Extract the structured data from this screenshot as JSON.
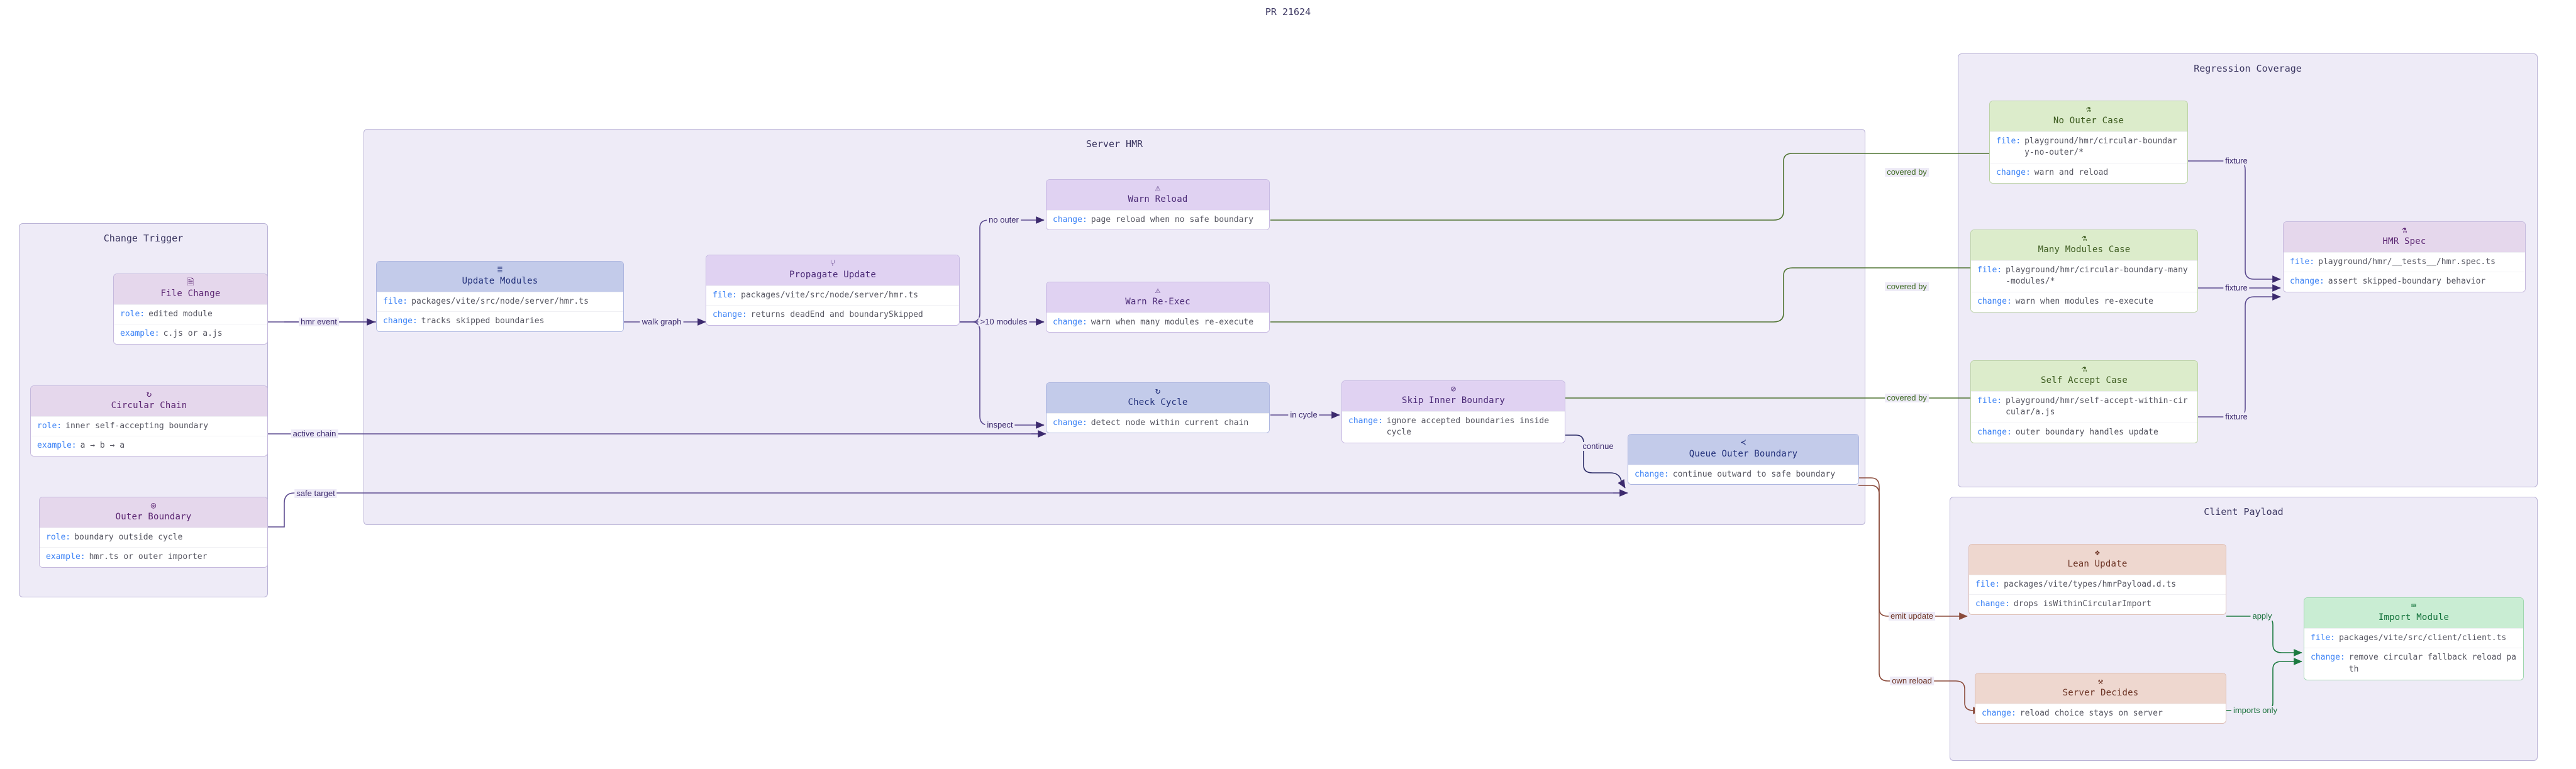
{
  "diagram": {
    "title": "PR 21624",
    "clusters": [
      {
        "id": "change_trigger",
        "label": "Change Trigger"
      },
      {
        "id": "server_hmr",
        "label": "Server HMR"
      },
      {
        "id": "regression_coverage",
        "label": "Regression Coverage"
      },
      {
        "id": "client_payload",
        "label": "Client Payload"
      }
    ],
    "nodes": {
      "file_change": {
        "icon": "file-code-icon",
        "icon_glyph": "🗎",
        "title": "File Change",
        "rows": [
          {
            "key": "role:",
            "value": "edited module"
          },
          {
            "key": "example:",
            "value": "c.js or a.js"
          }
        ]
      },
      "circular_chain": {
        "icon": "refresh-cycle-icon",
        "icon_glyph": "↻",
        "title": "Circular Chain",
        "rows": [
          {
            "key": "role:",
            "value": "inner self-accepting boundary"
          },
          {
            "key": "example:",
            "value": "a → b → a"
          }
        ]
      },
      "outer_boundary": {
        "icon": "target-icon",
        "icon_glyph": "◎",
        "title": "Outer Boundary",
        "rows": [
          {
            "key": "role:",
            "value": "boundary outside cycle"
          },
          {
            "key": "example:",
            "value": "hmr.ts or outer importer"
          }
        ]
      },
      "update_modules": {
        "icon": "server-icon",
        "icon_glyph": "≣",
        "title": "Update Modules",
        "rows": [
          {
            "key": "file:",
            "value": "packages/vite/src/node/server/hmr.ts"
          },
          {
            "key": "change:",
            "value": "tracks skipped boundaries"
          }
        ]
      },
      "propagate_update": {
        "icon": "share-nodes-icon",
        "icon_glyph": "⑂",
        "title": "Propagate Update",
        "rows": [
          {
            "key": "file:",
            "value": "packages/vite/src/node/server/hmr.ts"
          },
          {
            "key": "change:",
            "value": "returns deadEnd and boundarySkipped"
          }
        ]
      },
      "warn_reload": {
        "icon": "warning-triangle-icon",
        "icon_glyph": "⚠",
        "title": "Warn Reload",
        "rows": [
          {
            "key": "change:",
            "value": "page reload when no safe boundary"
          }
        ]
      },
      "warn_reexec": {
        "icon": "warning-triangle-icon",
        "icon_glyph": "⚠",
        "title": "Warn Re-Exec",
        "rows": [
          {
            "key": "change:",
            "value": "warn when many modules re-execute"
          }
        ]
      },
      "check_cycle": {
        "icon": "refresh-cycle-icon",
        "icon_glyph": "↻",
        "title": "Check Cycle",
        "rows": [
          {
            "key": "change:",
            "value": "detect node within current chain"
          }
        ]
      },
      "skip_inner_boundary": {
        "icon": "no-entry-icon",
        "icon_glyph": "⊘",
        "title": "Skip Inner Boundary",
        "rows": [
          {
            "key": "change:",
            "value": "ignore accepted boundaries inside cycle"
          }
        ]
      },
      "queue_outer_boundary": {
        "icon": "share-icon",
        "icon_glyph": "≺",
        "title": "Queue Outer Boundary",
        "rows": [
          {
            "key": "change:",
            "value": "continue outward to safe boundary"
          }
        ]
      },
      "no_outer_case": {
        "icon": "flask-icon",
        "icon_glyph": "⚗",
        "title": "No Outer Case",
        "rows": [
          {
            "key": "file:",
            "value": "playground/hmr/circular-boundary-no-outer/*"
          },
          {
            "key": "change:",
            "value": "warn and reload"
          }
        ]
      },
      "many_modules_case": {
        "icon": "flask-icon",
        "icon_glyph": "⚗",
        "title": "Many Modules Case",
        "rows": [
          {
            "key": "file:",
            "value": "playground/hmr/circular-boundary-many-modules/*"
          },
          {
            "key": "change:",
            "value": "warn when modules re-execute"
          }
        ]
      },
      "self_accept_case": {
        "icon": "flask-icon",
        "icon_glyph": "⚗",
        "title": "Self Accept Case",
        "rows": [
          {
            "key": "file:",
            "value": "playground/hmr/self-accept-within-circular/a.js"
          },
          {
            "key": "change:",
            "value": "outer boundary handles update"
          }
        ]
      },
      "hmr_spec": {
        "icon": "test-tube-icon",
        "icon_glyph": "⚗",
        "title": "HMR Spec",
        "rows": [
          {
            "key": "file:",
            "value": "playground/hmr/__tests__/hmr.spec.ts"
          },
          {
            "key": "change:",
            "value": "assert skipped-boundary behavior"
          }
        ]
      },
      "lean_update": {
        "icon": "package-icon",
        "icon_glyph": "❖",
        "title": "Lean Update",
        "rows": [
          {
            "key": "file:",
            "value": "packages/vite/types/hmrPayload.d.ts"
          },
          {
            "key": "change:",
            "value": "drops isWithinCircularImport"
          }
        ]
      },
      "server_decides": {
        "icon": "gavel-icon",
        "icon_glyph": "⚒",
        "title": "Server Decides",
        "rows": [
          {
            "key": "change:",
            "value": "reload choice stays on server"
          }
        ]
      },
      "import_module": {
        "icon": "laptop-code-icon",
        "icon_glyph": "⌨",
        "title": "Import Module",
        "rows": [
          {
            "key": "file:",
            "value": "packages/vite/src/client/client.ts"
          },
          {
            "key": "change:",
            "value": "remove circular fallback reload path"
          }
        ]
      }
    },
    "edges": [
      {
        "id": "e-hmr-event",
        "label": "hmr event"
      },
      {
        "id": "e-active-chain",
        "label": "active chain"
      },
      {
        "id": "e-safe-target",
        "label": "safe target"
      },
      {
        "id": "e-walk-graph",
        "label": "walk graph"
      },
      {
        "id": "e-no-outer",
        "label": "no outer"
      },
      {
        "id": "e-10-modules",
        "label": ">10 modules"
      },
      {
        "id": "e-inspect",
        "label": "inspect"
      },
      {
        "id": "e-in-cycle",
        "label": "in cycle"
      },
      {
        "id": "e-continue",
        "label": "continue"
      },
      {
        "id": "e-covered-by-1",
        "label": "covered by"
      },
      {
        "id": "e-covered-by-2",
        "label": "covered by"
      },
      {
        "id": "e-covered-by-3",
        "label": "covered by"
      },
      {
        "id": "e-fixture-1",
        "label": "fixture"
      },
      {
        "id": "e-fixture-2",
        "label": "fixture"
      },
      {
        "id": "e-fixture-3",
        "label": "fixture"
      },
      {
        "id": "e-emit-update",
        "label": "emit update"
      },
      {
        "id": "e-own-reload",
        "label": "own reload"
      },
      {
        "id": "e-apply",
        "label": "apply"
      },
      {
        "id": "e-imports-only",
        "label": "imports only"
      }
    ],
    "colors": {
      "canvas": "#ffffff",
      "cluster_bg": "#eeebf7",
      "cluster_border": "#b9b2d6",
      "lavender": "#e5d7ec",
      "lavender2": "#e0d2f2",
      "blue": "#c3cbea",
      "green": "#dceccb",
      "green_bright": "#c9edd3",
      "red": "#eed7cf",
      "key_blue": "#3b82f6",
      "edge_purple": "#5b4a8f",
      "edge_green": "#5a7a33",
      "edge_green2": "#19703b",
      "edge_red": "#8a4a3a"
    }
  }
}
